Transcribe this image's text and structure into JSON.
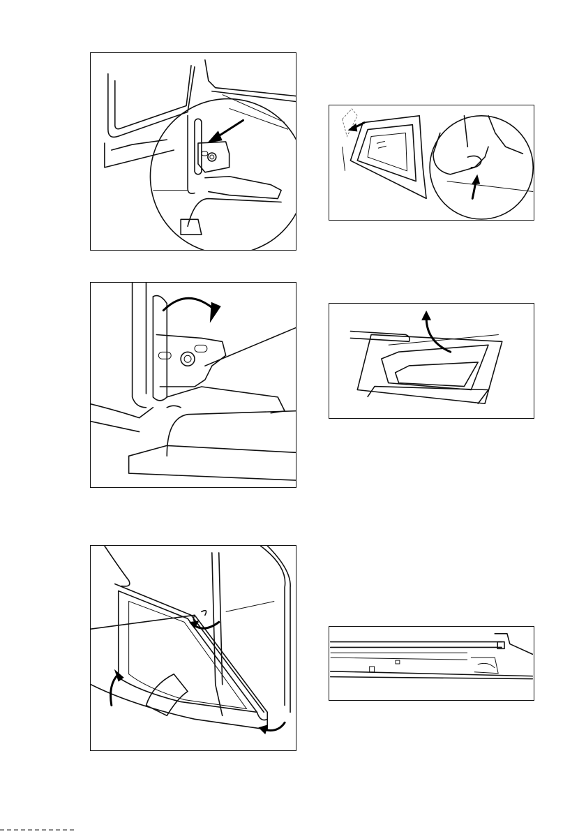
{
  "figures": [
    {
      "id": "hinge-lever-detail",
      "icon": "hinge-lever-icon"
    },
    {
      "id": "hinge-rotate-detail",
      "icon": "rotate-arrow-icon"
    },
    {
      "id": "door-removal",
      "icon": "door-lift-icon"
    },
    {
      "id": "glass-panel-slide",
      "icon": "slide-arrow-icon"
    },
    {
      "id": "glass-panel-lift",
      "icon": "lift-arrow-icon"
    },
    {
      "id": "door-cross-section",
      "icon": "section-icon"
    }
  ]
}
